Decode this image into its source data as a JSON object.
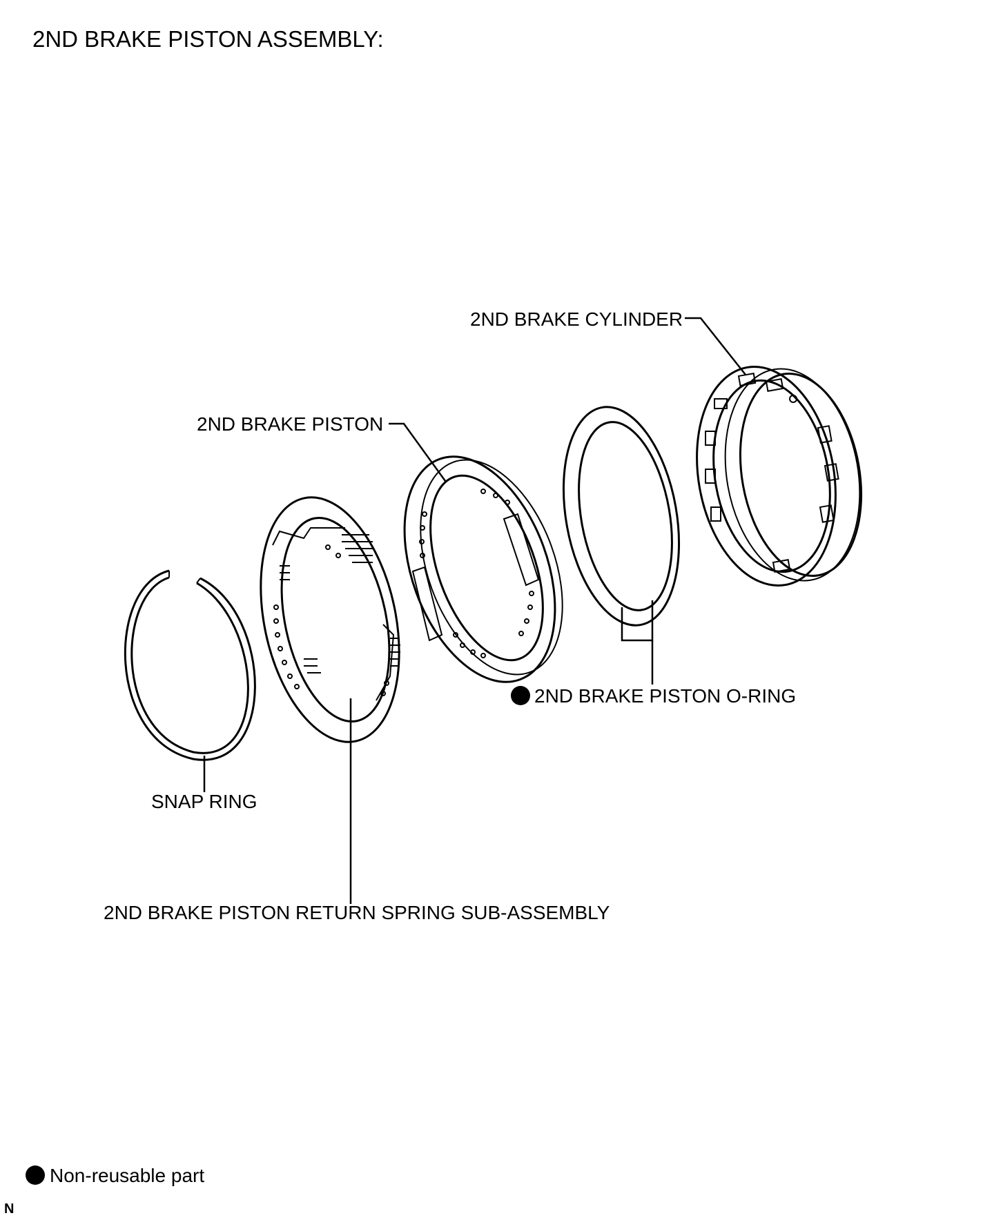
{
  "title": "2ND BRAKE PISTON ASSEMBLY:",
  "labels": {
    "cylinder": "2ND BRAKE CYLINDER",
    "piston": "2ND BRAKE PISTON",
    "oring": "2ND BRAKE PISTON O-RING",
    "snap_ring": "SNAP RING",
    "return_spring": "2ND BRAKE PISTON RETURN SPRING SUB-ASSEMBLY"
  },
  "legend": {
    "text": "Non-reusable part",
    "symbol": "filled-circle"
  },
  "corner_mark": "N",
  "non_reusable_parts": [
    "oring"
  ]
}
